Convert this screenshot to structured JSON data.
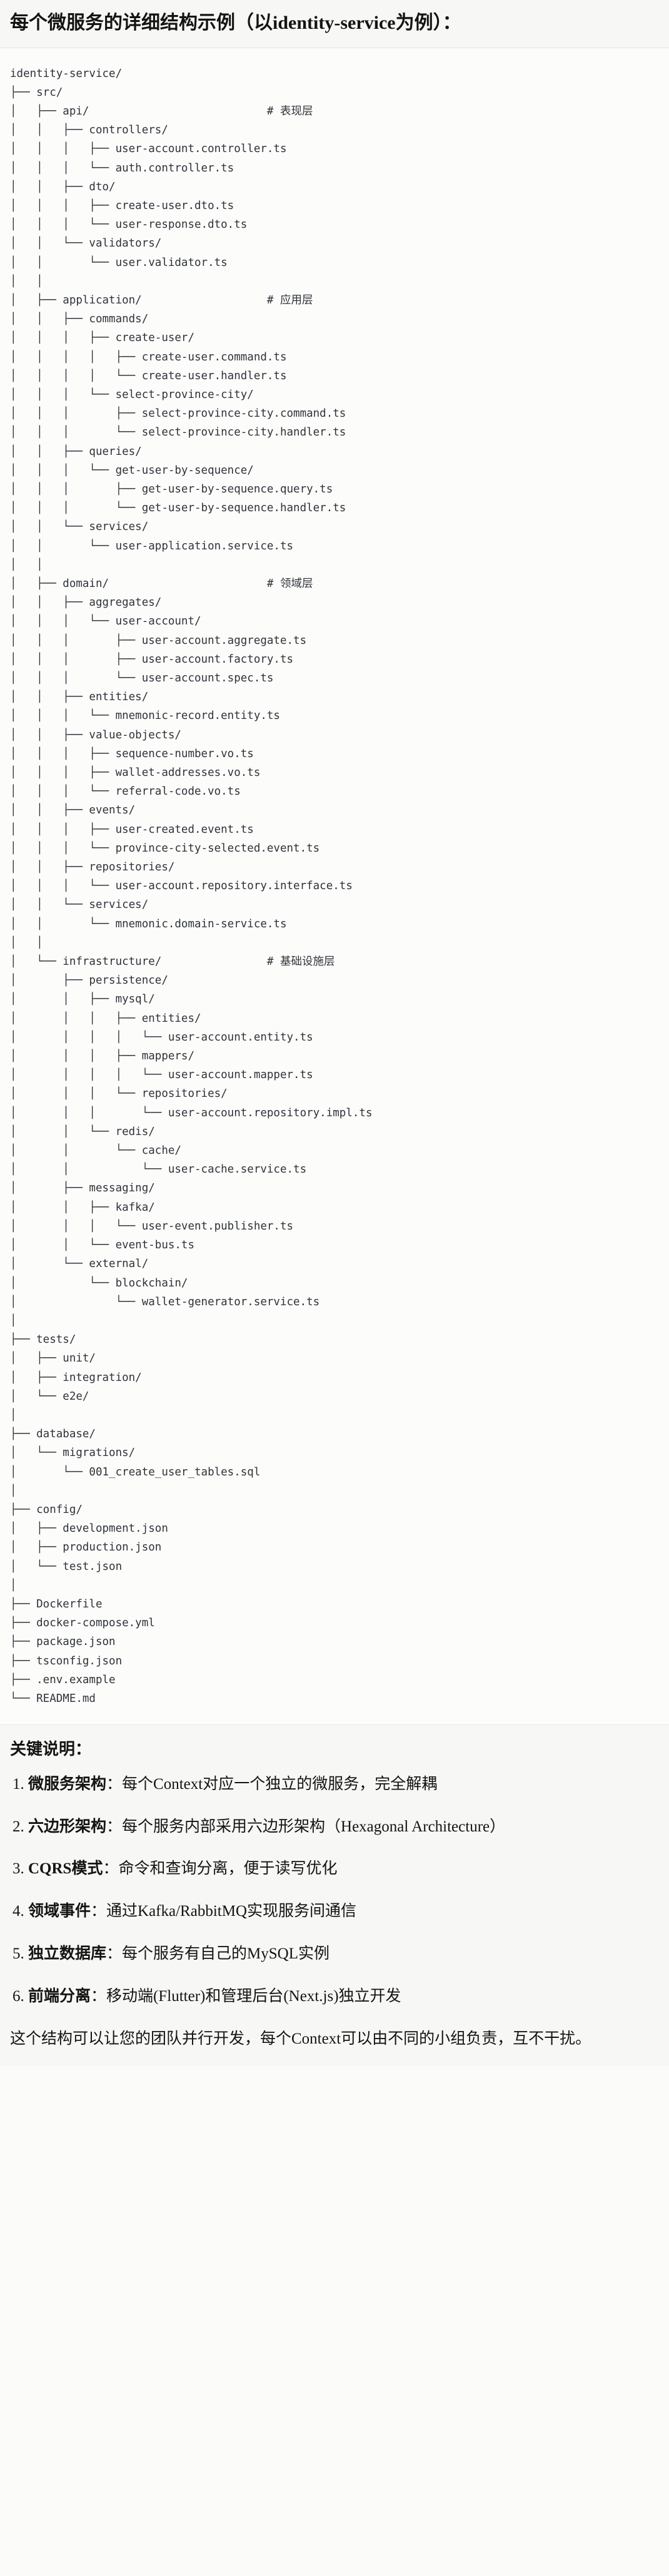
{
  "heading": {
    "title": "每个微服务的详细结构示例（以identity-service为例）："
  },
  "tree": {
    "root": "identity-service/",
    "text": "identity-service/\n├── src/\n│   ├── api/                           # 表现层\n│   │   ├── controllers/\n│   │   │   ├── user-account.controller.ts\n│   │   │   └── auth.controller.ts\n│   │   ├── dto/\n│   │   │   ├── create-user.dto.ts\n│   │   │   └── user-response.dto.ts\n│   │   └── validators/\n│   │       └── user.validator.ts\n│   │\n│   ├── application/                   # 应用层\n│   │   ├── commands/\n│   │   │   ├── create-user/\n│   │   │   │   ├── create-user.command.ts\n│   │   │   │   └── create-user.handler.ts\n│   │   │   └── select-province-city/\n│   │   │       ├── select-province-city.command.ts\n│   │   │       └── select-province-city.handler.ts\n│   │   ├── queries/\n│   │   │   └── get-user-by-sequence/\n│   │   │       ├── get-user-by-sequence.query.ts\n│   │   │       └── get-user-by-sequence.handler.ts\n│   │   └── services/\n│   │       └── user-application.service.ts\n│   │\n│   ├── domain/                        # 领域层\n│   │   ├── aggregates/\n│   │   │   └── user-account/\n│   │   │       ├── user-account.aggregate.ts\n│   │   │       ├── user-account.factory.ts\n│   │   │       └── user-account.spec.ts\n│   │   ├── entities/\n│   │   │   └── mnemonic-record.entity.ts\n│   │   ├── value-objects/\n│   │   │   ├── sequence-number.vo.ts\n│   │   │   ├── wallet-addresses.vo.ts\n│   │   │   └── referral-code.vo.ts\n│   │   ├── events/\n│   │   │   ├── user-created.event.ts\n│   │   │   └── province-city-selected.event.ts\n│   │   ├── repositories/\n│   │   │   └── user-account.repository.interface.ts\n│   │   └── services/\n│   │       └── mnemonic.domain-service.ts\n│   │\n│   └── infrastructure/                # 基础设施层\n│       ├── persistence/\n│       │   ├── mysql/\n│       │   │   ├── entities/\n│       │   │   │   └── user-account.entity.ts\n│       │   │   ├── mappers/\n│       │   │   │   └── user-account.mapper.ts\n│       │   │   └── repositories/\n│       │   │       └── user-account.repository.impl.ts\n│       │   └── redis/\n│       │       └── cache/\n│       │           └── user-cache.service.ts\n│       ├── messaging/\n│       │   ├── kafka/\n│       │   │   └── user-event.publisher.ts\n│       │   └── event-bus.ts\n│       └── external/\n│           └── blockchain/\n│               └── wallet-generator.service.ts\n│\n├── tests/\n│   ├── unit/\n│   ├── integration/\n│   └── e2e/\n│\n├── database/\n│   └── migrations/\n│       └── 001_create_user_tables.sql\n│\n├── config/\n│   ├── development.json\n│   ├── production.json\n│   └── test.json\n│\n├── Dockerfile\n├── docker-compose.yml\n├── package.json\n├── tsconfig.json\n├── .env.example\n└── README.md",
    "layer_comments": [
      "# 表现层",
      "# 应用层",
      "# 领域层",
      "# 基础设施层"
    ]
  },
  "notes": {
    "title": "关键说明：",
    "items": [
      {
        "term": "微服务架构",
        "sep": "：",
        "desc": "每个Context对应一个独立的微服务，完全解耦"
      },
      {
        "term": "六边形架构",
        "sep": "：",
        "desc": "每个服务内部采用六边形架构（Hexagonal Architecture）"
      },
      {
        "term": "CQRS模式",
        "sep": "：",
        "desc": "命令和查询分离，便于读写优化"
      },
      {
        "term": "领域事件",
        "sep": "：",
        "desc": "通过Kafka/RabbitMQ实现服务间通信"
      },
      {
        "term": "独立数据库",
        "sep": "：",
        "desc": "每个服务有自己的MySQL实例"
      },
      {
        "term": "前端分离",
        "sep": "：",
        "desc": "移动端(Flutter)和管理后台(Next.js)独立开发"
      }
    ],
    "closing": "这个结构可以让您的团队并行开发，每个Context可以由不同的小组负责，互不干扰。"
  }
}
